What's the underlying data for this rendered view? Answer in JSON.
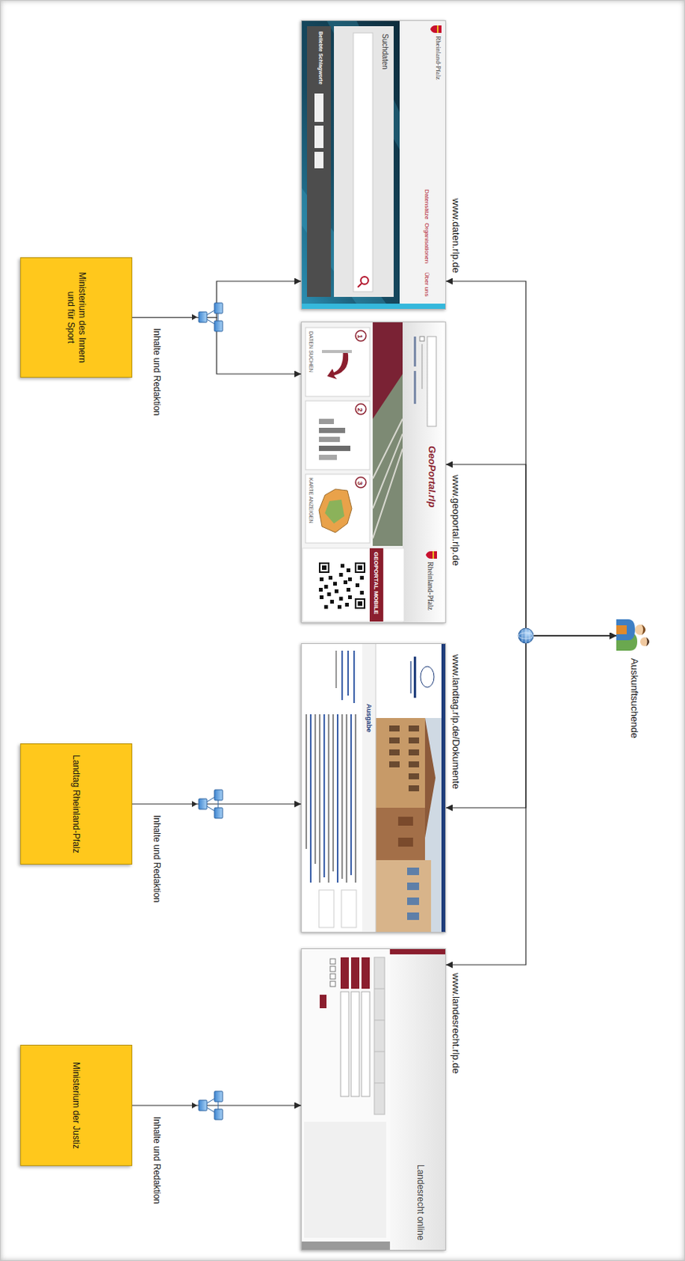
{
  "diagram": {
    "nodes": [
      {
        "text": [
          "Auskunftsuchende"
        ]
      },
      {
        "text": [
          "www.daten.rlp.de",
          "Rheinland-Pfalz",
          "Datensätze",
          "Organisationen",
          "Über uns",
          "Suchdaten",
          "Beliebte Schlagworte"
        ]
      },
      {
        "text": [
          "www.geoportal.rlp.de",
          "GeoPortal.rlp",
          "Rheinland-Pfalz",
          "1",
          "DATEN SUCHEN",
          "2",
          "3",
          "KARTE ANZEIGEN",
          "GEOPORTAL MOBILE"
        ]
      },
      {
        "text": [
          "www.landtag.rlp.de/Dokumente",
          "Ausgabe"
        ]
      },
      {
        "text": [
          "www.landesrecht.rlp.de",
          "Landesrecht online"
        ]
      },
      {
        "text": [
          "Ministerium des Innern und für Sport"
        ]
      },
      {
        "text": [
          "Landtag Rheinland-Pfalz"
        ]
      },
      {
        "text": [
          "Ministerium der Justiz"
        ]
      }
    ],
    "edges": [
      {
        "from": 0,
        "to": 1,
        "arrow": "both"
      },
      {
        "from": 0,
        "to": 2,
        "arrow": "both"
      },
      {
        "from": 0,
        "to": 3,
        "arrow": "both"
      },
      {
        "from": 0,
        "to": 4,
        "arrow": "both"
      },
      {
        "from": 5,
        "to": 1,
        "label": "Inhalte und Redaktion",
        "arrow": "to"
      },
      {
        "from": 5,
        "to": 2,
        "arrow": "to"
      },
      {
        "from": 6,
        "to": 3,
        "label": "Inhalte und Redaktion",
        "arrow": "to"
      },
      {
        "from": 7,
        "to": 4,
        "label": "Inhalte und Redaktion",
        "arrow": "to"
      }
    ]
  }
}
